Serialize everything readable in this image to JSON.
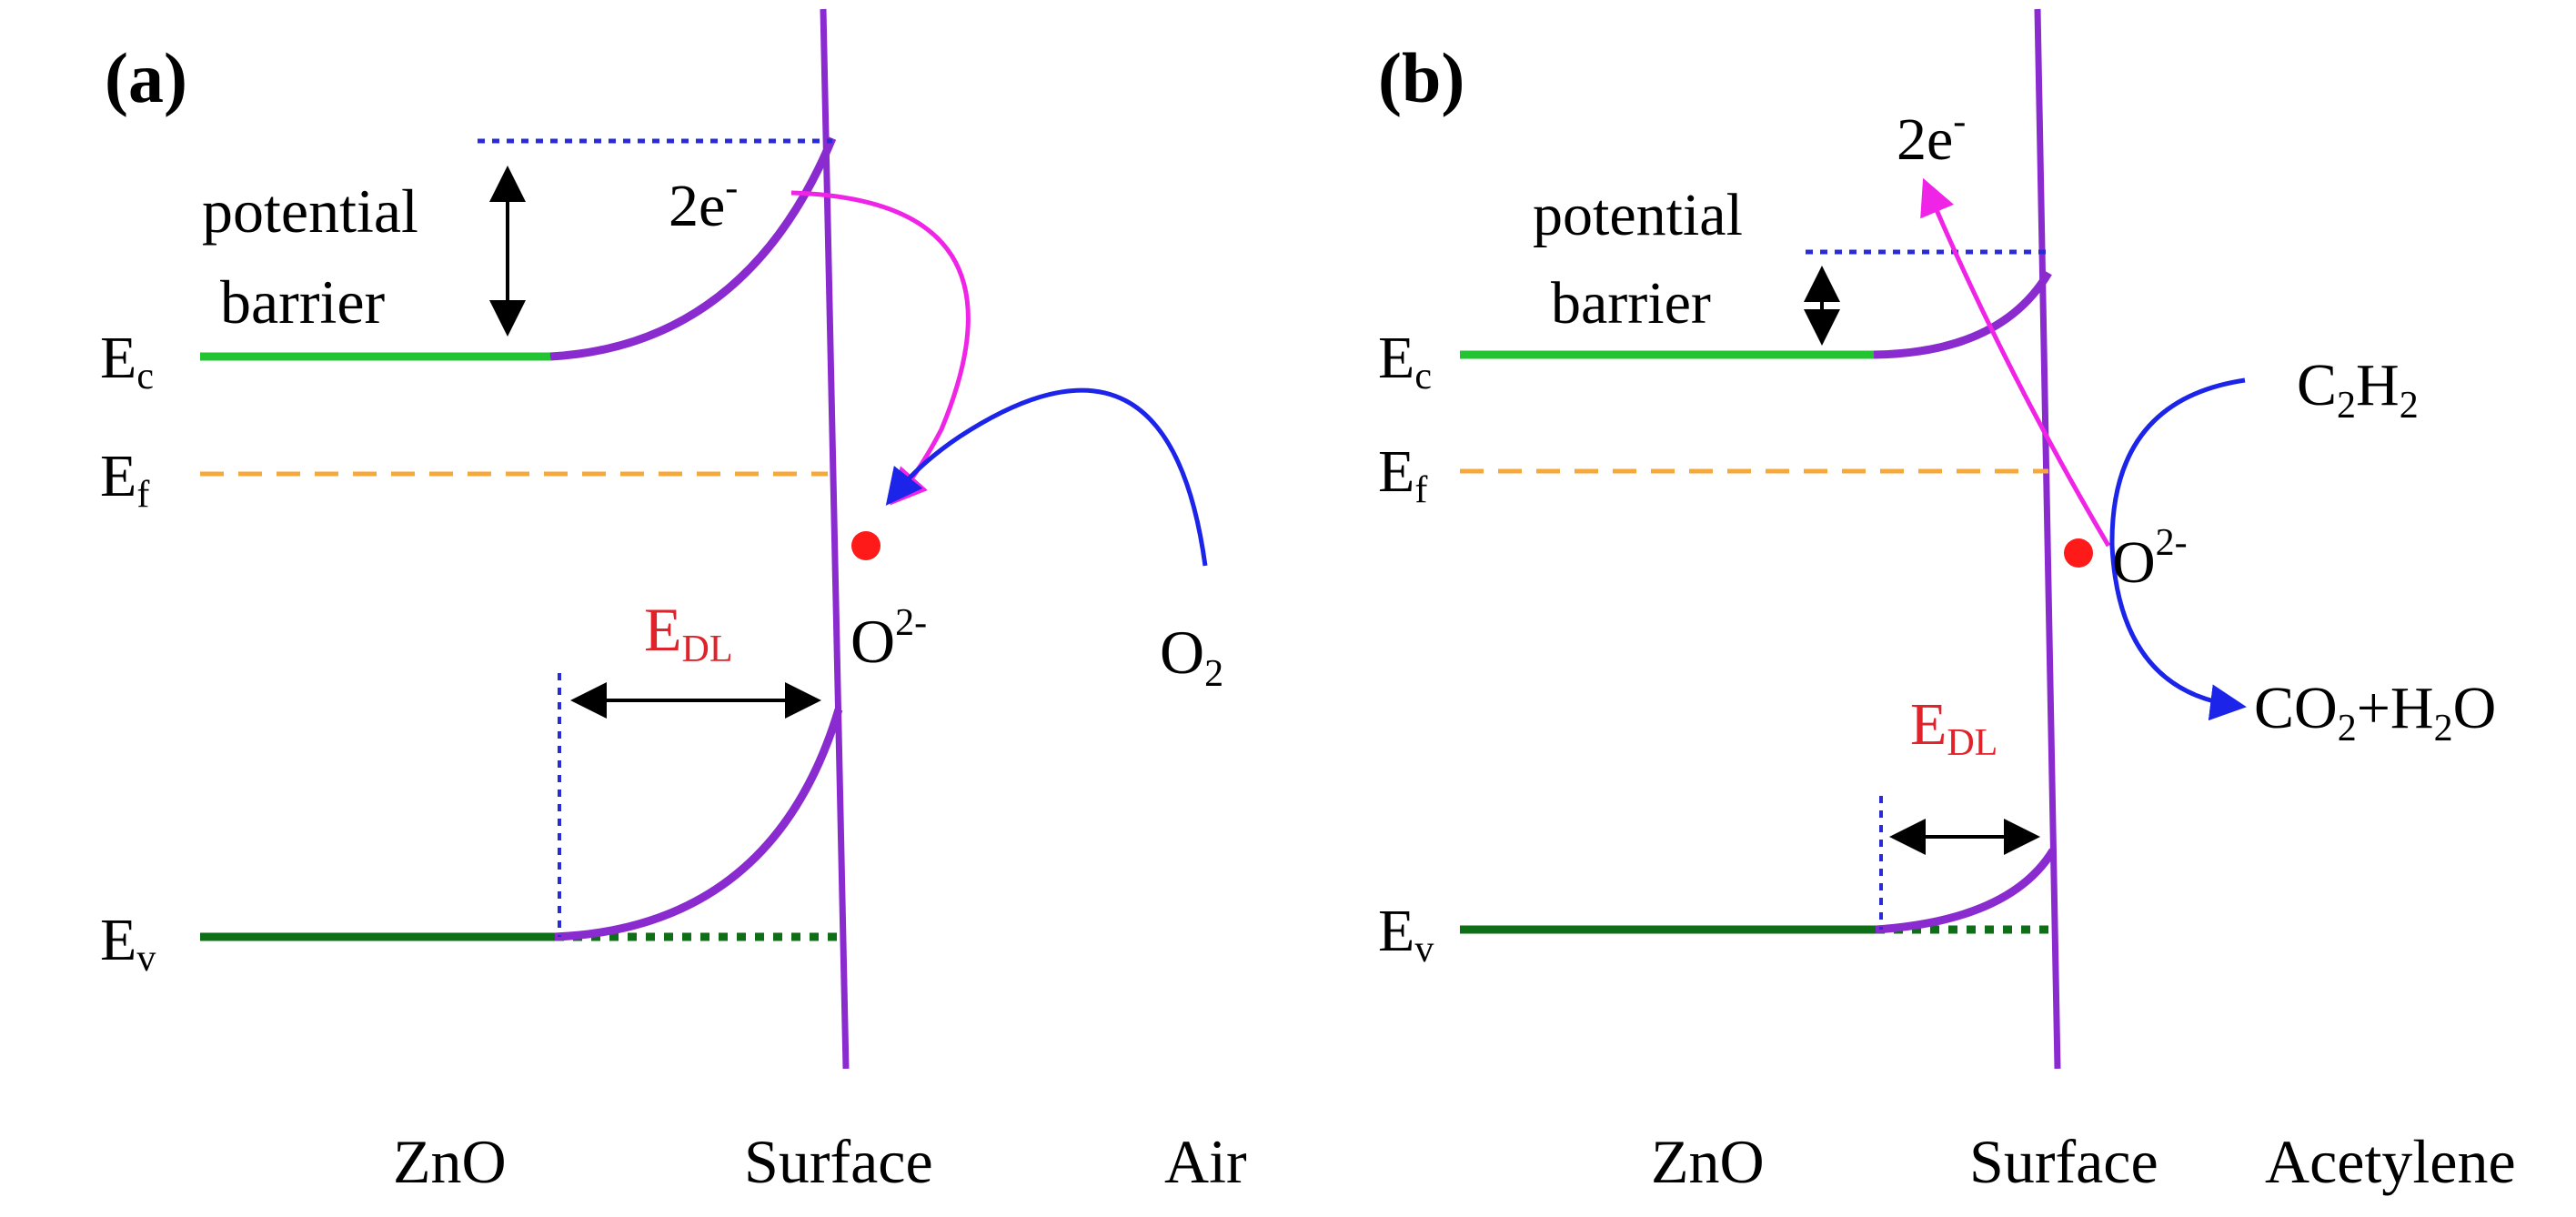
{
  "colors": {
    "conduction_band": "#22c431",
    "valence_band": "#0e6f17",
    "fermi_level": "#f5a93a",
    "band_bending": "#8a2bd0",
    "surface_line": "#8a2bd0",
    "electron_arrow": "#f024e6",
    "oxygen_arrow": "#1b24e8",
    "oxygen_dot": "#ff1a1a",
    "edl_label": "#e0222a",
    "guide_dotted": "#2a2ad8"
  },
  "panel_a": {
    "label": "(a)",
    "barrier_label_line1": "potential",
    "barrier_label_line2": "barrier",
    "ec": {
      "main": "E",
      "sub": "c"
    },
    "ef": {
      "main": "E",
      "sub": "f"
    },
    "ev": {
      "main": "E",
      "sub": "v"
    },
    "electron": {
      "main": "2e",
      "sup": "-"
    },
    "edl": {
      "main": "E",
      "sub": "DL"
    },
    "ion": {
      "main": "O",
      "sup": "2-"
    },
    "gas": {
      "main": "O",
      "sub": "2"
    },
    "region_left": "ZnO",
    "region_middle": "Surface",
    "region_right": "Air"
  },
  "panel_b": {
    "label": "(b)",
    "barrier_label_line1": "potential",
    "barrier_label_line2": "barrier",
    "ec": {
      "main": "E",
      "sub": "c"
    },
    "ef": {
      "main": "E",
      "sub": "f"
    },
    "ev": {
      "main": "E",
      "sub": "v"
    },
    "electron": {
      "main": "2e",
      "sup": "-"
    },
    "edl": {
      "main": "E",
      "sub": "DL"
    },
    "ion": {
      "main": "O",
      "sup": "2-"
    },
    "reactant": {
      "p1": "C",
      "s1": "2",
      "p2": "H",
      "s2": "2"
    },
    "product": {
      "p1": "CO",
      "s1": "2",
      "p2": "+H",
      "s2": "2",
      "p3": "O"
    },
    "region_left": "ZnO",
    "region_middle": "Surface",
    "region_right": "Acetylene"
  }
}
